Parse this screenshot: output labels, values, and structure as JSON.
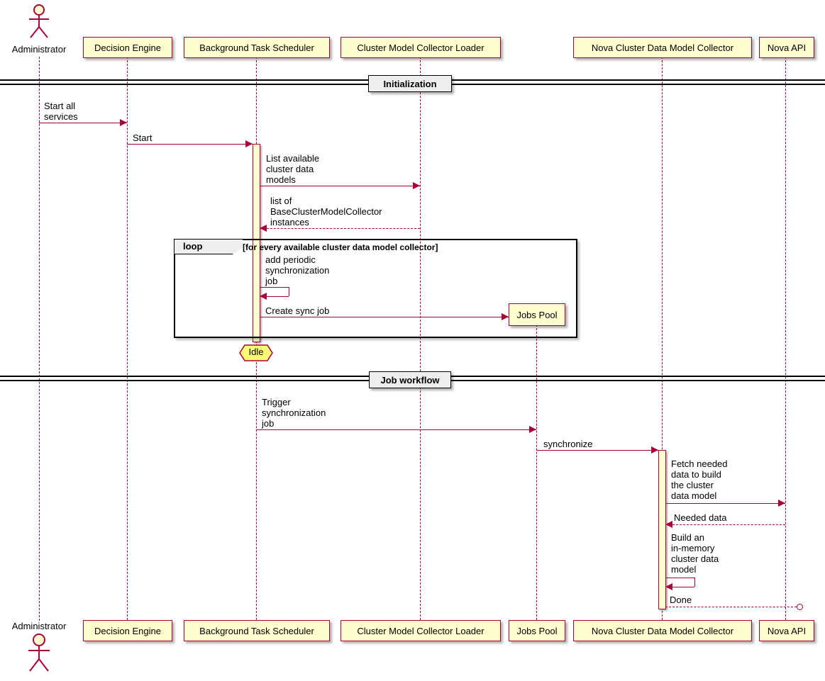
{
  "actors": {
    "administrator": "Administrator"
  },
  "participants": {
    "decision_engine": "Decision Engine",
    "scheduler": "Background Task Scheduler",
    "loader": "Cluster Model Collector Loader",
    "jobs_pool": "Jobs Pool",
    "collector": "Nova Cluster Data Model Collector",
    "nova_api": "Nova API"
  },
  "dividers": {
    "initialization": "Initialization",
    "job_workflow": "Job workflow"
  },
  "loop_frame": {
    "keyword": "loop",
    "condition": "[for every available cluster data model collector]"
  },
  "messages": {
    "start_all_services": "Start all\nservices",
    "start": "Start",
    "list_available": "List available\ncluster data\nmodels",
    "list_of_instances": "list of\nBaseClusterModelCollector\ninstances",
    "add_periodic": "add periodic\nsynchronization\njob",
    "create_sync_job": "Create sync job",
    "trigger_sync": "Trigger\nsynchronization\njob",
    "synchronize": "synchronize",
    "fetch_needed": "Fetch needed\ndata to build\nthe cluster\ndata model",
    "needed_data": "Needed data",
    "build_model": "Build an\nin-memory\ncluster data\nmodel",
    "done": "Done"
  },
  "notes": {
    "idle": "Idle"
  },
  "colors": {
    "border": "#A80036",
    "participant_fill": "#FEFECE",
    "note_fill": "#FBFB77",
    "divider_fill": "#EEEEEE",
    "frame_border": "#000000"
  }
}
